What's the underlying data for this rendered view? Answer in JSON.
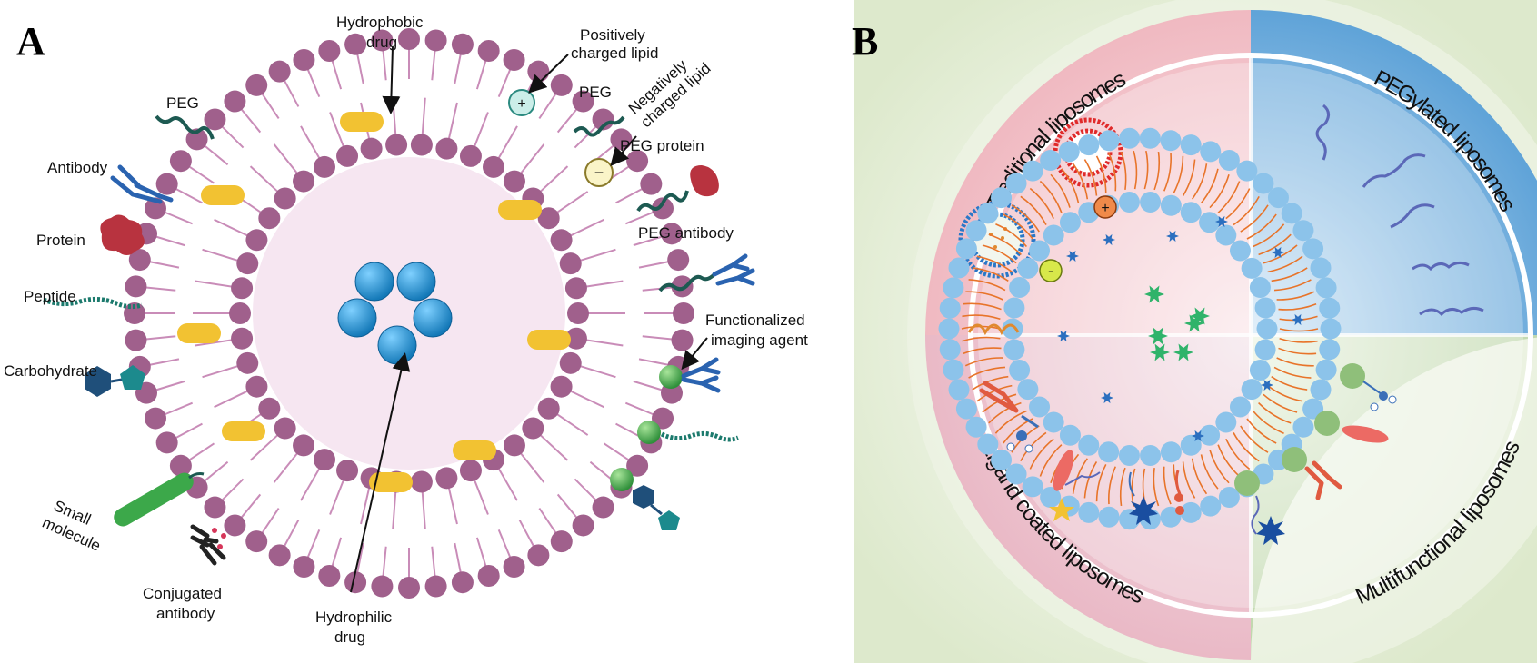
{
  "panel_a": {
    "letter": "A",
    "labels": {
      "hydrophobic_drug": [
        "Hydrophobic",
        "drug"
      ],
      "positively_charged_lipid": [
        "Positively",
        "charged lipid"
      ],
      "peg_left": "PEG",
      "peg_right": "PEG",
      "negatively_charged_lipid": [
        "Negatively",
        "charged lipid"
      ],
      "antibody": "Antibody",
      "peg_protein": "PEG protein",
      "protein": "Protein",
      "peg_antibody": "PEG antibody",
      "peptide": "Peptide",
      "functionalized_imaging_agent": [
        "Functionalized",
        "imaging agent"
      ],
      "carbohydrate": "Carbohydrate",
      "small_molecule": [
        "Small",
        "molecule"
      ],
      "conjugated_antibody": [
        "Conjugated",
        "antibody"
      ],
      "hydrophilic_drug": [
        "Hydrophilic",
        "drug"
      ]
    },
    "charge_symbols": {
      "positive": "+",
      "negative": "−"
    },
    "colors": {
      "lipid_head": "#a0608c",
      "lipid_tail": "#c98cb8",
      "core": "#f6e6f1",
      "hydrophobic_drug": "#f2c232",
      "hydrophilic_drug": "#1c8fd1",
      "antibody": "#2a63b0",
      "peg": "#1d5a52",
      "protein": "#b8333f",
      "imaging_agent": "#46b04a"
    }
  },
  "panel_b": {
    "letter": "B",
    "quadrants": {
      "traditional": "Traditional liposomes",
      "pegylated": "PEGylated liposomes",
      "ligand_coated": "Ligand coated liposomes",
      "multifunctional": "Multifunctional liposomes"
    },
    "charge_symbols": {
      "positive": "+",
      "negative": "-"
    },
    "colors": {
      "background": "#e4efd6",
      "traditional": "#f3c9cf",
      "pegylated": "#8dbde3",
      "ligand_coated": "#f1d2da",
      "multifunctional": "#cfe0c0",
      "lipid_head": "#8cc3ea",
      "lipid_tail": "#e8742a",
      "inner_drug": "#2fb36a",
      "membrane_drug": "#2b6fbf"
    }
  }
}
